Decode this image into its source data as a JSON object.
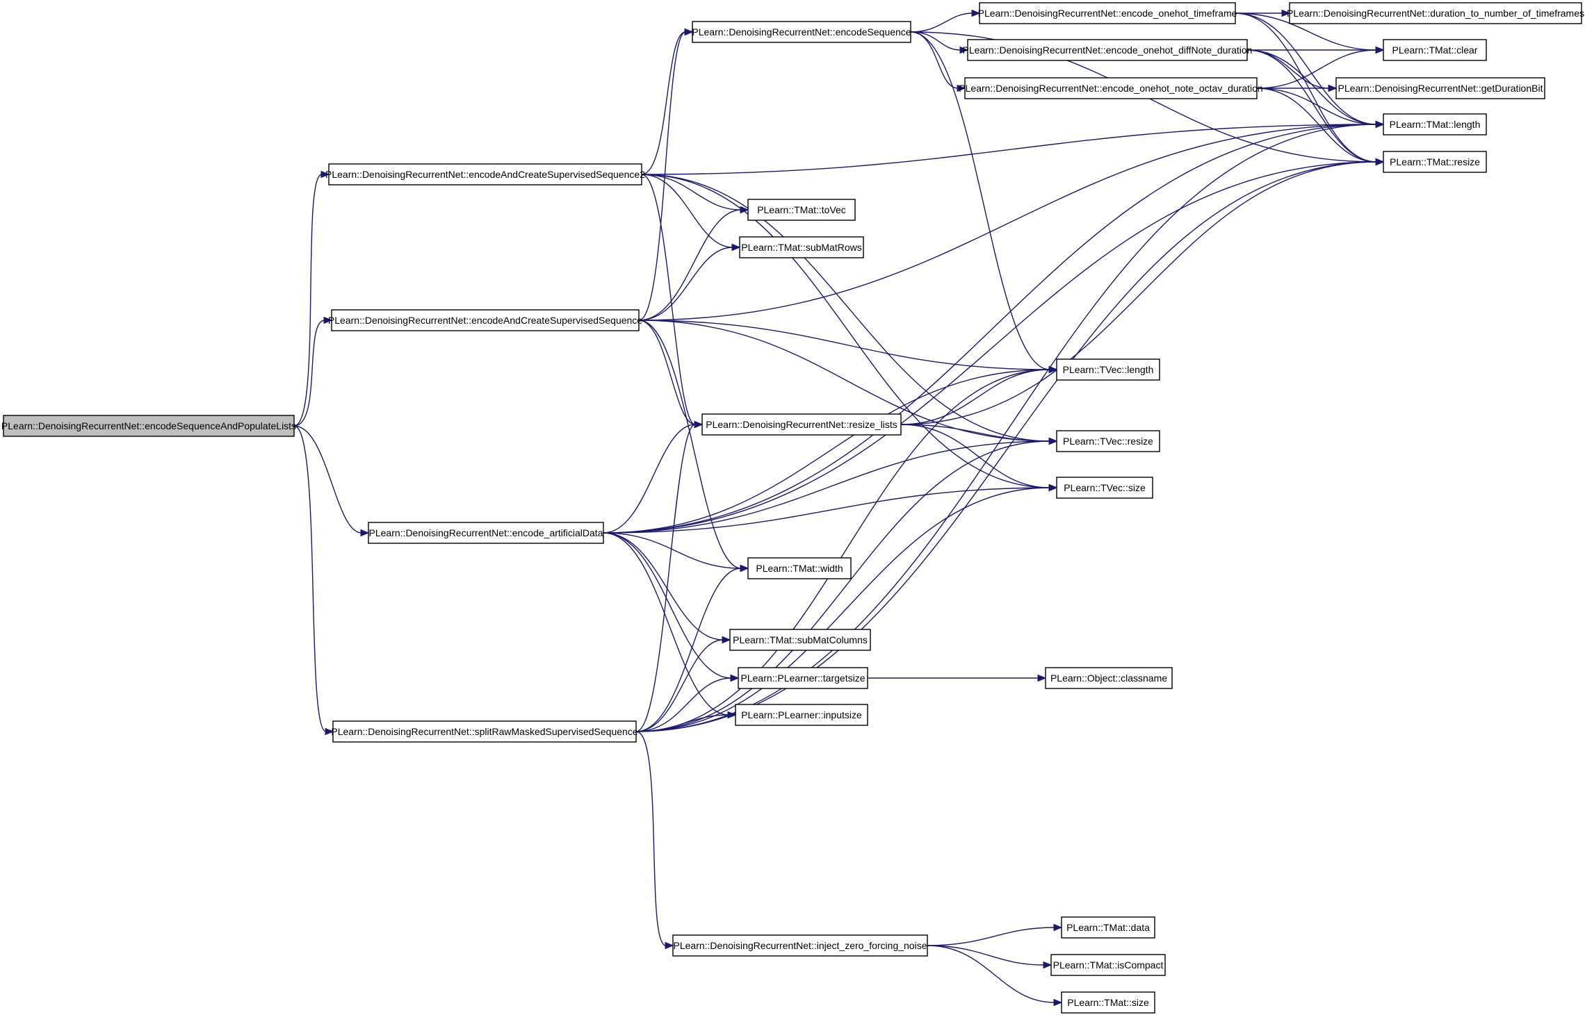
{
  "diagram": {
    "colors": {
      "edge": "#191970",
      "node_border": "#000000",
      "root_fill": "#bfbfbf",
      "node_fill": "#ffffff"
    },
    "nodes": [
      {
        "id": "root",
        "label": "PLearn::DenoisingRecurrentNet::encodeSequenceAndPopulateLists",
        "root": true
      },
      {
        "id": "eacs2",
        "label": "PLearn::DenoisingRecurrentNet::encodeAndCreateSupervisedSequence2"
      },
      {
        "id": "eacs",
        "label": "PLearn::DenoisingRecurrentNet::encodeAndCreateSupervisedSequence"
      },
      {
        "id": "ead",
        "label": "PLearn::DenoisingRecurrentNet::encode_artificialData"
      },
      {
        "id": "srm",
        "label": "PLearn::DenoisingRecurrentNet::splitRawMaskedSupervisedSequence"
      },
      {
        "id": "es",
        "label": "PLearn::DenoisingRecurrentNet::encodeSequence"
      },
      {
        "id": "rl",
        "label": "PLearn::DenoisingRecurrentNet::resize_lists"
      },
      {
        "id": "izfn",
        "label": "PLearn::DenoisingRecurrentNet::inject_zero_forcing_noise"
      },
      {
        "id": "eot",
        "label": "PLearn::DenoisingRecurrentNet::encode_onehot_timeframe"
      },
      {
        "id": "eodd",
        "label": "PLearn::DenoisingRecurrentNet::encode_onehot_diffNote_duration"
      },
      {
        "id": "eonod",
        "label": "PLearn::DenoisingRecurrentNet::encode_onehot_note_octav_duration"
      },
      {
        "id": "dtnt",
        "label": "PLearn::DenoisingRecurrentNet::duration_to_number_of_timeframes"
      },
      {
        "id": "gdb",
        "label": "PLearn::DenoisingRecurrentNet::getDurationBit"
      },
      {
        "id": "tmclear",
        "label": "PLearn::TMat::clear"
      },
      {
        "id": "tmlength",
        "label": "PLearn::TMat::length"
      },
      {
        "id": "tmresize",
        "label": "PLearn::TMat::resize"
      },
      {
        "id": "tovec",
        "label": "PLearn::TMat::toVec"
      },
      {
        "id": "smr",
        "label": "PLearn::TMat::subMatRows"
      },
      {
        "id": "tvlength",
        "label": "PLearn::TVec::length"
      },
      {
        "id": "tvresize",
        "label": "PLearn::TVec::resize"
      },
      {
        "id": "tvsize",
        "label": "PLearn::TVec::size"
      },
      {
        "id": "tmwidth",
        "label": "PLearn::TMat::width"
      },
      {
        "id": "smc",
        "label": "PLearn::TMat::subMatColumns"
      },
      {
        "id": "ts",
        "label": "PLearn::PLearner::targetsize"
      },
      {
        "id": "is",
        "label": "PLearn::PLearner::inputsize"
      },
      {
        "id": "ocn",
        "label": "PLearn::Object::classname"
      },
      {
        "id": "tmdata",
        "label": "PLearn::TMat::data"
      },
      {
        "id": "tmic",
        "label": "PLearn::TMat::isCompact"
      },
      {
        "id": "tmsize",
        "label": "PLearn::TMat::size"
      }
    ],
    "edges": [
      [
        "root",
        "eacs2"
      ],
      [
        "root",
        "eacs"
      ],
      [
        "root",
        "ead"
      ],
      [
        "root",
        "srm"
      ],
      [
        "eacs2",
        "es"
      ],
      [
        "eacs2",
        "tmlength"
      ],
      [
        "eacs2",
        "tvresize"
      ],
      [
        "eacs2",
        "tvsize"
      ],
      [
        "eacs2",
        "tovec"
      ],
      [
        "eacs2",
        "smr"
      ],
      [
        "eacs2",
        "rl"
      ],
      [
        "eacs",
        "es"
      ],
      [
        "eacs",
        "tovec"
      ],
      [
        "eacs",
        "smr"
      ],
      [
        "eacs",
        "tmlength"
      ],
      [
        "eacs",
        "tvlength"
      ],
      [
        "eacs",
        "rl"
      ],
      [
        "eacs",
        "tvresize"
      ],
      [
        "eacs",
        "tmwidth"
      ],
      [
        "es",
        "eot"
      ],
      [
        "es",
        "eodd"
      ],
      [
        "es",
        "eonod"
      ],
      [
        "es",
        "tvlength"
      ],
      [
        "es",
        "tmresize"
      ],
      [
        "eot",
        "dtnt"
      ],
      [
        "eot",
        "tmclear"
      ],
      [
        "eot",
        "tmlength"
      ],
      [
        "eot",
        "tmresize"
      ],
      [
        "eodd",
        "tmclear"
      ],
      [
        "eodd",
        "gdb"
      ],
      [
        "eodd",
        "tmlength"
      ],
      [
        "eodd",
        "tmresize"
      ],
      [
        "eonod",
        "tmclear"
      ],
      [
        "eonod",
        "gdb"
      ],
      [
        "eonod",
        "tmlength"
      ],
      [
        "eonod",
        "tmresize"
      ],
      [
        "rl",
        "tvlength"
      ],
      [
        "rl",
        "tvresize"
      ],
      [
        "rl",
        "tvsize"
      ],
      [
        "rl",
        "tmresize"
      ],
      [
        "ead",
        "tvlength"
      ],
      [
        "ead",
        "rl"
      ],
      [
        "ead",
        "tvresize"
      ],
      [
        "ead",
        "tvsize"
      ],
      [
        "ead",
        "tmlength"
      ],
      [
        "ead",
        "tmresize"
      ],
      [
        "ead",
        "tmwidth"
      ],
      [
        "ead",
        "smc"
      ],
      [
        "ead",
        "ts"
      ],
      [
        "ead",
        "is"
      ],
      [
        "srm",
        "rl"
      ],
      [
        "srm",
        "tmwidth"
      ],
      [
        "srm",
        "smc"
      ],
      [
        "srm",
        "ts"
      ],
      [
        "srm",
        "is"
      ],
      [
        "srm",
        "tvlength"
      ],
      [
        "srm",
        "tvresize"
      ],
      [
        "srm",
        "tvsize"
      ],
      [
        "srm",
        "tmlength"
      ],
      [
        "srm",
        "tmresize"
      ],
      [
        "srm",
        "izfn"
      ],
      [
        "ts",
        "ocn"
      ],
      [
        "izfn",
        "tmdata"
      ],
      [
        "izfn",
        "tmic"
      ],
      [
        "izfn",
        "tmsize"
      ]
    ]
  }
}
